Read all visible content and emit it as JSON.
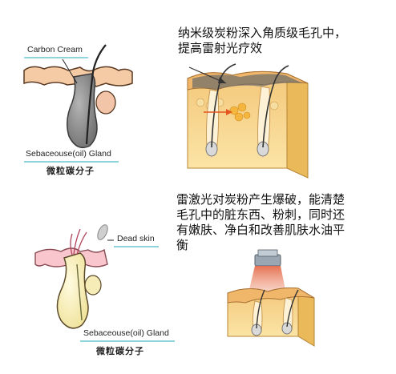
{
  "panel_top": {
    "label_carbon_cream": "Carbon Cream",
    "label_gland": "Sebaceouse(oil) Gland",
    "caption": "微粒碳分子",
    "description": "纳米级炭粉深入角质级毛孔中，\n提高雷射光疗效"
  },
  "panel_bottom": {
    "label_dead_skin": "Dead skin",
    "label_gland": "Sebaceouse(oil) Gland",
    "caption": "微粒碳分子",
    "description": "雷激光对炭粉产生爆破，能清楚\n毛孔中的脏东西、粉刺，同时还\n有嫩肤、净白和改善肌肤水油平\n衡"
  },
  "colors": {
    "skin": "#f2c79d",
    "skin_block": "#f7d77e",
    "gland_top": "#8a8a8a",
    "gland_bottom": "#f6f0b8",
    "accent_line": "#8fd3df",
    "laser": "#e98a6a"
  }
}
